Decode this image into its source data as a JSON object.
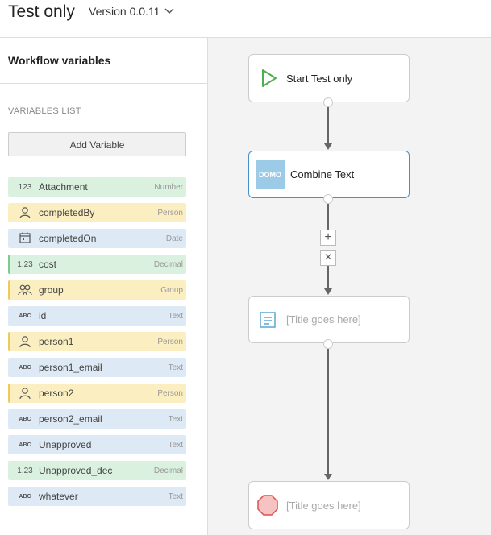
{
  "header": {
    "title": "Test only",
    "version_label": "Version 0.0.11"
  },
  "sidebar": {
    "title": "Workflow variables",
    "list_title": "VARIABLES LIST",
    "add_button": "Add Variable",
    "variables": [
      {
        "icon": "123",
        "name": "Attachment",
        "type": "Number",
        "color": "green",
        "accent": false
      },
      {
        "icon": "person",
        "name": "completedBy",
        "type": "Person",
        "color": "yellow",
        "accent": false
      },
      {
        "icon": "calendar",
        "name": "completedOn",
        "type": "Date",
        "color": "blue",
        "accent": false
      },
      {
        "icon": "1.23",
        "name": "cost",
        "type": "Decimal",
        "color": "green",
        "accent": true
      },
      {
        "icon": "group",
        "name": "group",
        "type": "Group",
        "color": "yellow",
        "accent": true
      },
      {
        "icon": "ABC",
        "name": "id",
        "type": "Text",
        "color": "blue",
        "accent": false
      },
      {
        "icon": "person",
        "name": "person1",
        "type": "Person",
        "color": "yellow",
        "accent": true
      },
      {
        "icon": "ABC",
        "name": "person1_email",
        "type": "Text",
        "color": "blue",
        "accent": false
      },
      {
        "icon": "person",
        "name": "person2",
        "type": "Person",
        "color": "yellow",
        "accent": true
      },
      {
        "icon": "ABC",
        "name": "person2_email",
        "type": "Text",
        "color": "blue",
        "accent": false
      },
      {
        "icon": "ABC",
        "name": "Unapproved",
        "type": "Text",
        "color": "blue",
        "accent": false
      },
      {
        "icon": "1.23",
        "name": "Unapproved_dec",
        "type": "Decimal",
        "color": "green",
        "accent": false
      },
      {
        "icon": "ABC",
        "name": "whatever",
        "type": "Text",
        "color": "blue",
        "accent": false
      }
    ]
  },
  "canvas": {
    "start_label": "Start Test only",
    "combine_label": "Combine Text",
    "combine_logo": "DOMO",
    "task_label": "[Title goes here]",
    "end_label": "[Title goes here]",
    "add_control": "+",
    "remove_control": "×"
  }
}
